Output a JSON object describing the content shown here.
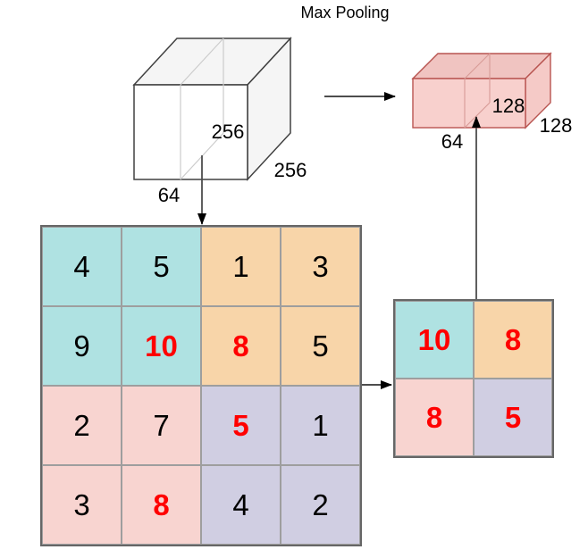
{
  "title": "Max Pooling",
  "colors": {
    "teal": "#afe2e2",
    "orange": "#f8d5a9",
    "pink": "#f8d4d0",
    "lavender": "#d0cee2",
    "highlight_red": "#ff0000",
    "input_cube_fill": "#ffffff",
    "input_cube_side_fill": "#f5f5f5",
    "input_cube_stroke": "#404040",
    "output_box_fill": "#f8d0cd",
    "output_box_stroke": "#b85450",
    "arrow": "#4d4d4d"
  },
  "input_volume": {
    "front_label": "256",
    "side_label": "256",
    "bottom_label": "64"
  },
  "output_volume": {
    "front_label": "128",
    "side_label": "128",
    "bottom_label": "64"
  },
  "input_grid": {
    "rows": 4,
    "cols": 4,
    "cells": [
      {
        "value": "4",
        "quadrant": "teal",
        "max": false
      },
      {
        "value": "5",
        "quadrant": "teal",
        "max": false
      },
      {
        "value": "1",
        "quadrant": "orange",
        "max": false
      },
      {
        "value": "3",
        "quadrant": "orange",
        "max": false
      },
      {
        "value": "9",
        "quadrant": "teal",
        "max": false
      },
      {
        "value": "10",
        "quadrant": "teal",
        "max": true
      },
      {
        "value": "8",
        "quadrant": "orange",
        "max": true
      },
      {
        "value": "5",
        "quadrant": "orange",
        "max": false
      },
      {
        "value": "2",
        "quadrant": "pink",
        "max": false
      },
      {
        "value": "7",
        "quadrant": "pink",
        "max": false
      },
      {
        "value": "5",
        "quadrant": "lavender",
        "max": true
      },
      {
        "value": "1",
        "quadrant": "lavender",
        "max": false
      },
      {
        "value": "3",
        "quadrant": "pink",
        "max": false
      },
      {
        "value": "8",
        "quadrant": "pink",
        "max": true
      },
      {
        "value": "4",
        "quadrant": "lavender",
        "max": false
      },
      {
        "value": "2",
        "quadrant": "lavender",
        "max": false
      }
    ]
  },
  "output_grid": {
    "rows": 2,
    "cols": 2,
    "cells": [
      {
        "value": "10",
        "quadrant": "teal",
        "max": true
      },
      {
        "value": "8",
        "quadrant": "orange",
        "max": true
      },
      {
        "value": "8",
        "quadrant": "pink",
        "max": true
      },
      {
        "value": "5",
        "quadrant": "lavender",
        "max": true
      }
    ]
  }
}
